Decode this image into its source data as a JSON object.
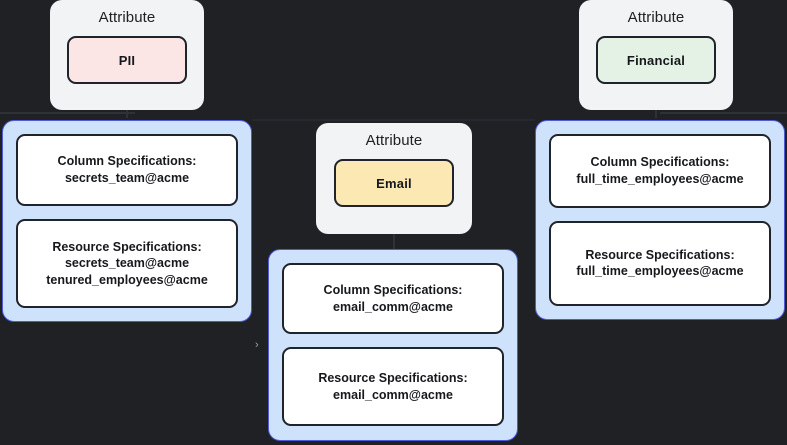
{
  "canvas": {
    "background_color": "#202124",
    "edge_color": "#2e3136"
  },
  "palette": {
    "attribute_card_bg": "#f1f3f4",
    "spec_group_bg": "#cfe2fb",
    "spec_group_border": "#4f5bd5",
    "spec_box_bg": "#ffffff",
    "outline": "#20232a",
    "chip_pii": "#fbe5e5",
    "chip_financial": "#e3f2e5",
    "chip_email": "#fce8b2"
  },
  "attributes": [
    {
      "id": "pii",
      "title": "Attribute",
      "chip_label": "PII",
      "chip_color": "#fbe5e5"
    },
    {
      "id": "financial",
      "title": "Attribute",
      "chip_label": "Financial",
      "chip_color": "#e3f2e5"
    },
    {
      "id": "email",
      "title": "Attribute",
      "chip_label": "Email",
      "chip_color": "#fce8b2"
    }
  ],
  "spec_groups": [
    {
      "id": "pii-specs",
      "boxes": [
        {
          "heading": "Column Specifications:",
          "items": [
            "secrets_team@acme"
          ]
        },
        {
          "heading": "Resource Specifications:",
          "items": [
            "secrets_team@acme",
            "tenured_employees@acme"
          ]
        }
      ]
    },
    {
      "id": "email-specs",
      "boxes": [
        {
          "heading": "Column Specifications:",
          "items": [
            "email_comm@acme"
          ]
        },
        {
          "heading": "Resource Specifications:",
          "items": [
            "email_comm@acme"
          ]
        }
      ]
    },
    {
      "id": "financial-specs",
      "boxes": [
        {
          "heading": "Column Specifications:",
          "items": [
            "full_time_employees@acme"
          ]
        },
        {
          "heading": "Resource Specifications:",
          "items": [
            "full_time_employees@acme"
          ]
        }
      ]
    }
  ],
  "markers": {
    "collapse_chevron": "›"
  }
}
